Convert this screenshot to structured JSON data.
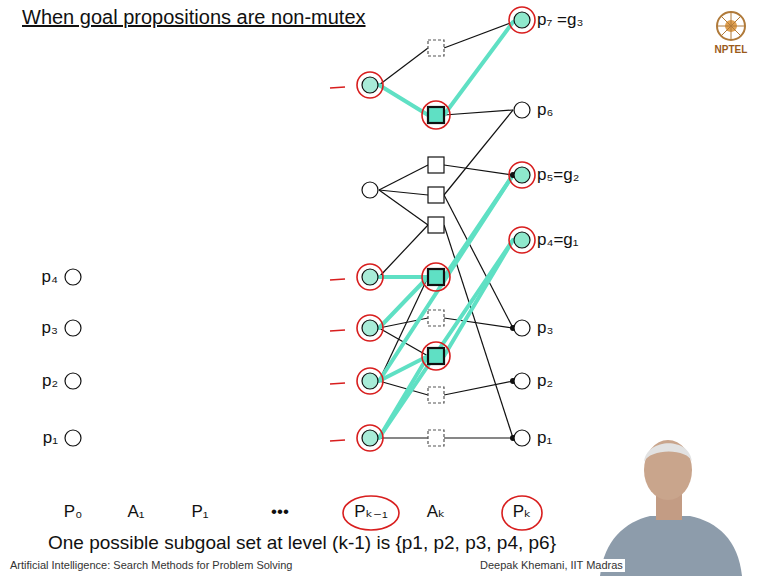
{
  "diagram": {
    "title": "When goal propositions are non-mutex",
    "caption": "One possible subgoal set at level (k-1) is {p1, p2, p3, p4, p6}",
    "nodes": [
      {
        "text": [
          "p₄"
        ]
      },
      {
        "text": [
          "p₃"
        ]
      },
      {
        "text": [
          "p₂"
        ]
      },
      {
        "text": [
          "p₁"
        ]
      },
      {
        "text": [
          "p₇ =g₃"
        ]
      },
      {
        "text": [
          "p₆"
        ]
      },
      {
        "text": [
          "p₅=g₂"
        ]
      },
      {
        "text": [
          "p₄=g₁"
        ]
      },
      {
        "text": [
          "p₃"
        ]
      },
      {
        "text": [
          "p₂"
        ]
      },
      {
        "text": [
          "p₁"
        ]
      }
    ],
    "labels": [
      "P₀",
      "A₁",
      "P₁",
      "•••",
      "Pₖ₋₁",
      "Aₖ",
      "Pₖ",
      "Artificial Intelligence: Search Methods for Problem Solving",
      "Deepak Khemani, IIT Madras",
      "NPTEL"
    ]
  }
}
